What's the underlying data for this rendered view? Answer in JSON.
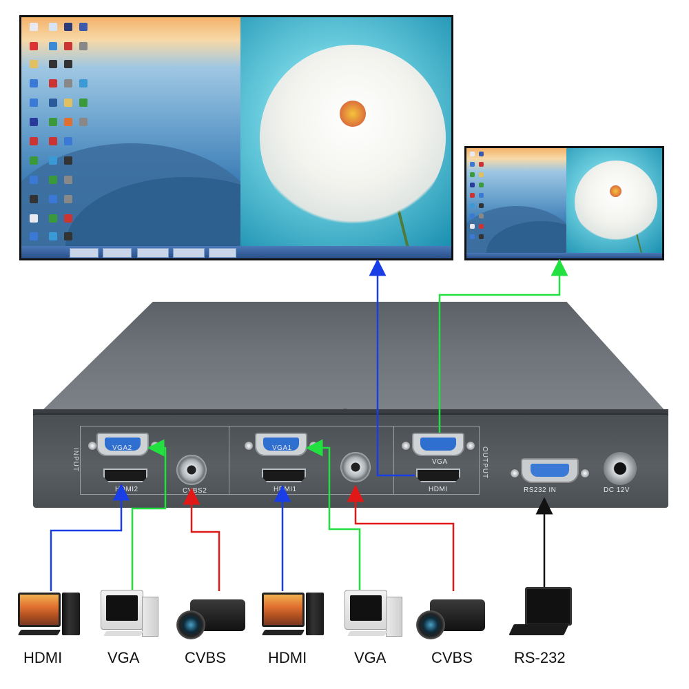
{
  "device": {
    "input_label": "INPUT",
    "output_label": "OUTPUT",
    "ports": {
      "vga2": "VGA2",
      "hdmi2": "HDMI2",
      "cvbs2": "CVBS2",
      "vga1": "VGA1",
      "hdmi1": "HDMI1",
      "out_vga": "VGA",
      "out_hdmi": "HDMI",
      "rs232": "RS232  IN",
      "dc": "DC 12V"
    }
  },
  "sources": [
    {
      "label": "HDMI"
    },
    {
      "label": "VGA"
    },
    {
      "label": "CVBS"
    },
    {
      "label": "HDMI"
    },
    {
      "label": "VGA"
    },
    {
      "label": "CVBS"
    },
    {
      "label": "RS-232"
    }
  ],
  "colors": {
    "hdmi_wire": "#1a3ee6",
    "vga_wire": "#22e040",
    "cvbs_wire": "#e01818",
    "rs232_wire": "#111111"
  }
}
